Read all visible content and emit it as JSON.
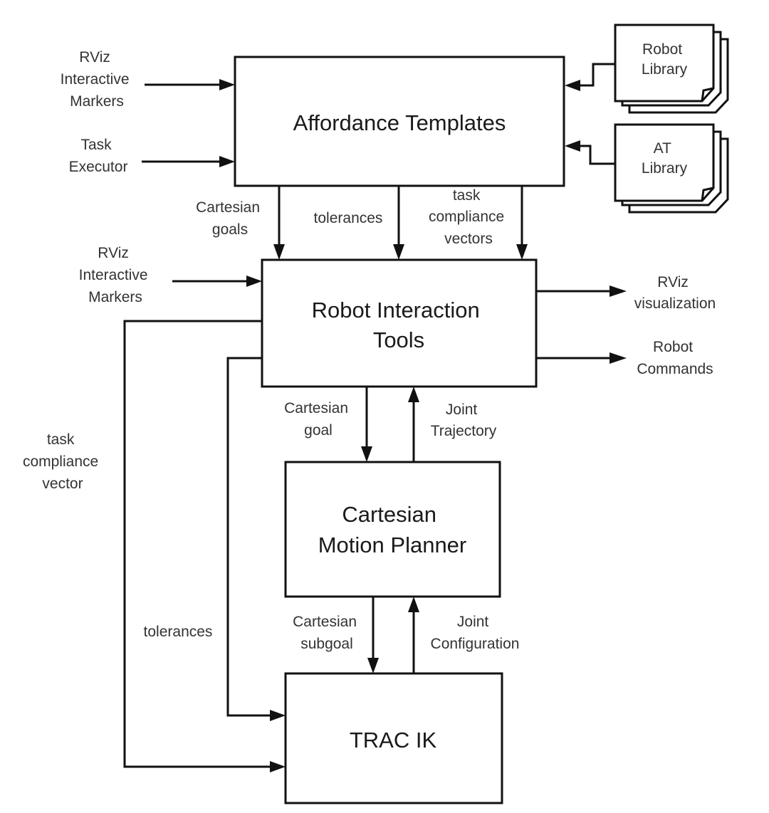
{
  "colors": {
    "stroke": "#111111",
    "text": "#333333",
    "background": "#ffffff"
  },
  "blocks": {
    "affordance_templates": {
      "lines": [
        "Affordance Templates"
      ]
    },
    "robot_interaction_tools": {
      "lines": [
        "Robot Interaction",
        "Tools"
      ]
    },
    "cartesian_motion_planner": {
      "lines": [
        "Cartesian",
        "Motion Planner"
      ]
    },
    "trac_ik": {
      "lines": [
        "TRAC IK"
      ]
    }
  },
  "libraries": {
    "robot_library": {
      "lines": [
        "Robot",
        "Library"
      ]
    },
    "at_library": {
      "lines": [
        "AT",
        "Library"
      ]
    }
  },
  "inputs": {
    "rviz_markers_top": {
      "lines": [
        "RViz",
        "Interactive",
        "Markers"
      ]
    },
    "task_executor": {
      "lines": [
        "Task",
        "Executor"
      ]
    },
    "rviz_markers_mid": {
      "lines": [
        "RViz",
        "Interactive",
        "Markers"
      ]
    }
  },
  "outputs": {
    "rviz_visualization": {
      "lines": [
        "RViz",
        "visualization"
      ]
    },
    "robot_commands": {
      "lines": [
        "Robot",
        "Commands"
      ]
    }
  },
  "edges": {
    "cartesian_goals": {
      "lines": [
        "Cartesian",
        "goals"
      ]
    },
    "tolerances_top": {
      "lines": [
        "tolerances"
      ]
    },
    "task_compliance_vectors": {
      "lines": [
        "task",
        "compliance",
        "vectors"
      ]
    },
    "cartesian_goal": {
      "lines": [
        "Cartesian",
        "goal"
      ]
    },
    "joint_trajectory": {
      "lines": [
        "Joint",
        "Trajectory"
      ]
    },
    "cartesian_subgoal": {
      "lines": [
        "Cartesian",
        "subgoal"
      ]
    },
    "joint_configuration": {
      "lines": [
        "Joint",
        "Configuration"
      ]
    },
    "task_compliance_vector": {
      "lines": [
        "task",
        "compliance",
        "vector"
      ]
    },
    "tolerances_left": {
      "lines": [
        "tolerances"
      ]
    }
  }
}
